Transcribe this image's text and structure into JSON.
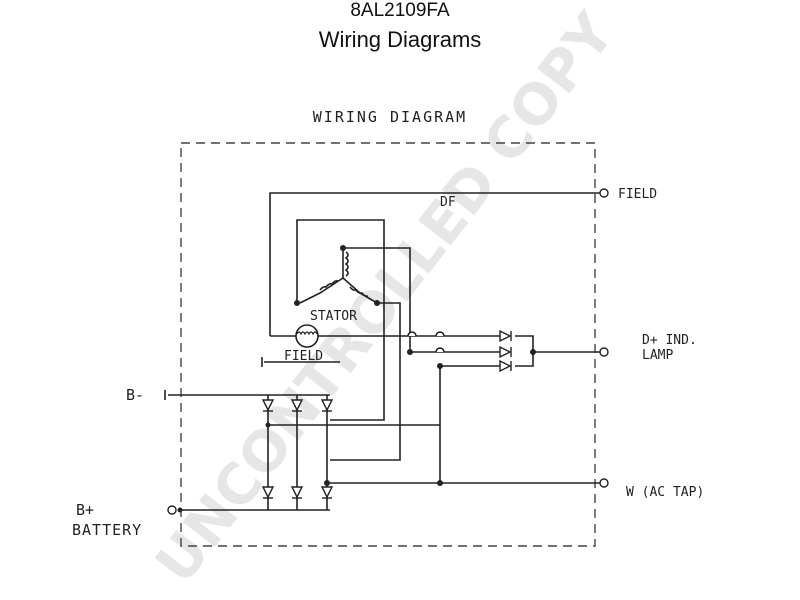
{
  "header": {
    "part_number": "8AL2109FA",
    "subtitle": "Wiring Diagrams"
  },
  "diagram": {
    "heading": "WIRING DIAGRAM",
    "labels": {
      "df": "DF",
      "stator": "STATOR",
      "field_internal": "FIELD",
      "b_minus": "B-",
      "b_plus": "B+",
      "battery": "BATTERY"
    },
    "terminals": {
      "field": "FIELD",
      "d_plus_line1": "D+ IND.",
      "d_plus_line2": "LAMP",
      "w": "W (AC TAP)"
    }
  },
  "watermark": {
    "text": "UNCONTROLLED COPY"
  }
}
